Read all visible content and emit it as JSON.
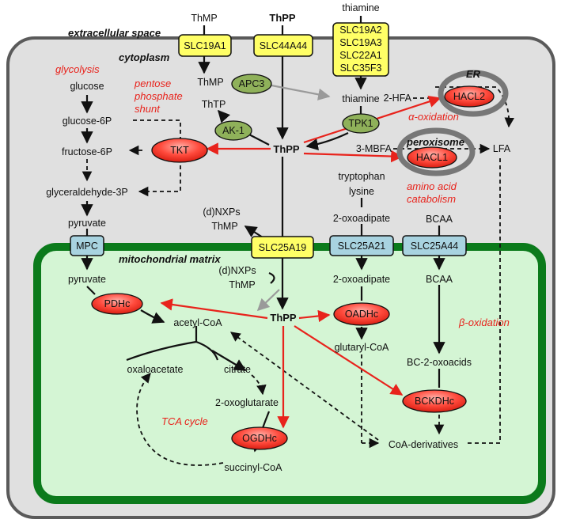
{
  "compartments": {
    "extracellular": "extracellular space",
    "cytoplasm": "cytoplasm",
    "mito": "mitochondrial matrix",
    "er": "ER",
    "peroxisome": "peroxisome"
  },
  "transporters": {
    "slc19a1": "SLC19A1",
    "slc44a4": "SLC44A44",
    "thiamine_group": [
      "SLC19A2",
      "SLC19A3",
      "SLC22A1",
      "SLC35F3"
    ],
    "mpc": "MPC",
    "slc25a19": "SLC25A19",
    "slc25a21": "SLC25A21",
    "slc25a44": "SLC25A44"
  },
  "enzymes": {
    "apc3": "APC3",
    "ak1": "AK-1",
    "tpk1": "TPK1",
    "tkt": "TKT",
    "hacl2": "HACL2",
    "hacl1": "HACL1",
    "pdhc": "PDHc",
    "oadhc": "OADHc",
    "ogdhc": "OGDHc",
    "bckdhc": "BCKDHc"
  },
  "metabolites": {
    "thmp_out": "ThMP",
    "thpp_out": "ThPP",
    "thiamine_out": "thiamine",
    "thmp_cyto": "ThMP",
    "thtp": "ThTP",
    "thiamine_cyto": "thiamine",
    "thpp_cyto": "ThPP",
    "hfa": "2-HFA",
    "mbfa": "3-MBFA",
    "lfa": "LFA",
    "glucose": "glucose",
    "glucose6p": "glucose-6P",
    "fructose6p": "fructose-6P",
    "glyceraldehyde3p": "glyceraldehyde-3P",
    "pyruvate_cyto": "pyruvate",
    "dnxps_cyto": "(d)NXPs",
    "thmp_cyto2": "ThMP",
    "tryptophan": "tryptophan",
    "lysine": "lysine",
    "oxoadipate_cyto": "2-oxoadipate",
    "bcaa_cyto": "BCAA",
    "pyruvate_mito": "pyruvate",
    "dnxps_mito": "(d)NXPs",
    "thmp_mito": "ThMP",
    "thpp_mito": "ThPP",
    "oxoadipate_mito": "2-oxoadipate",
    "bcaa_mito": "BCAA",
    "acetylcoa": "acetyl-CoA",
    "glutarylcoa": "glutaryl-CoA",
    "oxaloacetate": "oxaloacetate",
    "citrate": "citrate",
    "oxoglutarate": "2-oxoglutarate",
    "succinylcoa": "succinyl-CoA",
    "bc2oxoacids": "BC-2-oxoacids",
    "coaderivatives": "CoA-derivatives"
  },
  "pathways": {
    "glycolysis": "glycolysis",
    "pentose": [
      "pentose",
      "phosphate",
      "shunt"
    ],
    "alpha_ox": "α-oxidation",
    "amino_acid": [
      "amino acid",
      "catabolism"
    ],
    "beta_ox": "β-oxidation",
    "tca": "TCA cycle"
  },
  "colors": {
    "cytoplasm_fill": "#e0e0e0",
    "cell_border": "#5a5a5a",
    "mito_fill": "#d4f5d4",
    "mito_border": "#0b7a1b",
    "transporter_yellow": "#ffff66",
    "transporter_blue": "#a8d3e0",
    "enzyme_green": "#8fb15a",
    "enzyme_red": "#ff3b2e",
    "arrow_red": "#e8231c",
    "arrow_gray": "#9a9a9a",
    "organelle_ring": "#777777"
  }
}
